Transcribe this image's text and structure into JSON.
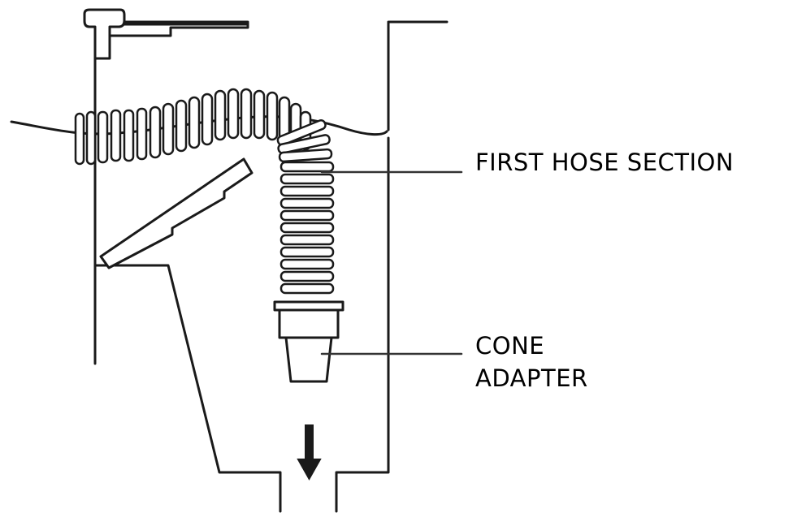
{
  "diagram": {
    "labels": {
      "first_hose_section": "FIRST HOSE SECTION",
      "cone_adapter_line1": "CONE",
      "cone_adapter_line2": "ADAPTER"
    },
    "colors": {
      "ink": "#1a1a1a",
      "background": "#ffffff"
    },
    "icons": {
      "flow_direction": "arrow-down-icon"
    }
  }
}
